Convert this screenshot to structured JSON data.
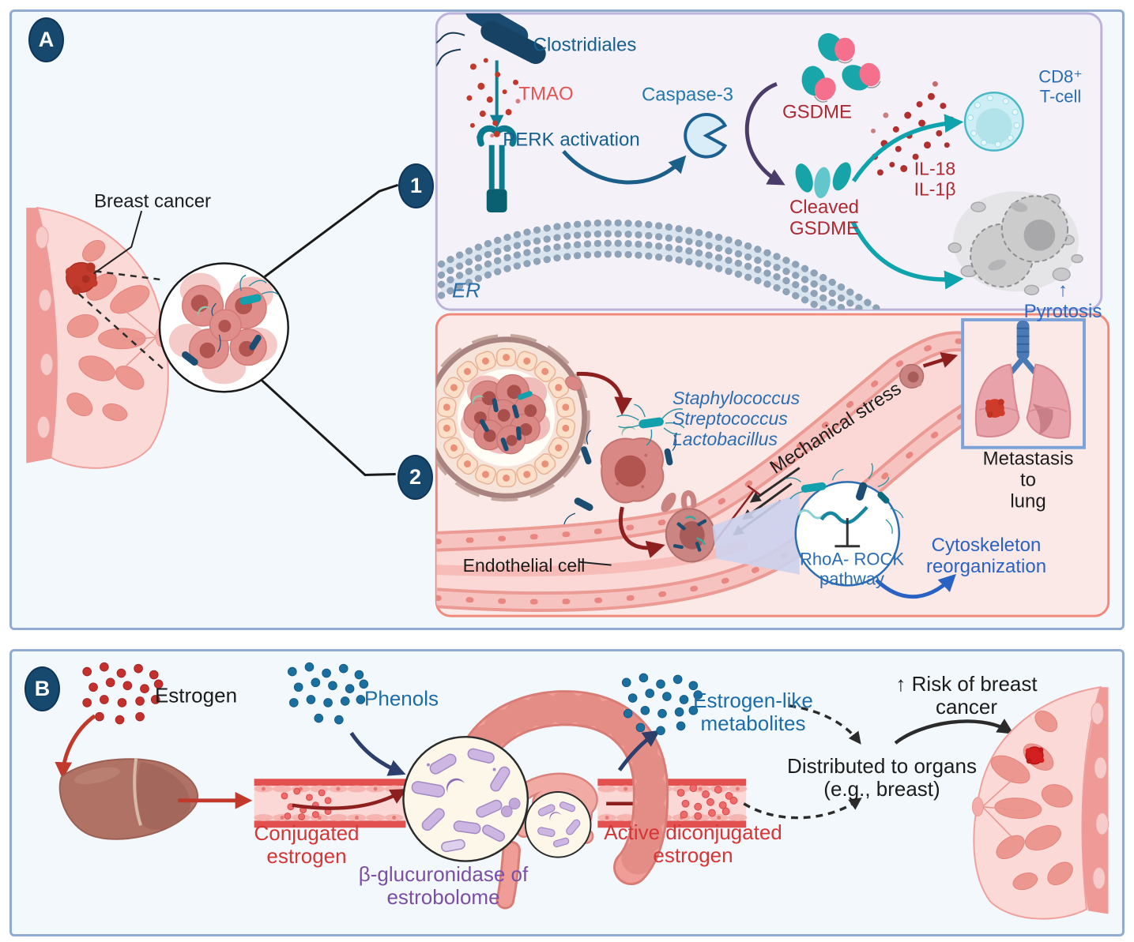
{
  "colors": {
    "panel_border": "#92abd3",
    "panel_bg": "#f3f8fc",
    "pathway1_bg": "#f5f1f8",
    "pathway1_border": "#bdb3da",
    "pathway2_bg": "#fbe9e7",
    "pathway2_border": "#f0897c",
    "badge_navy": "#17496f",
    "teal_arrow": "#0fa3ad",
    "dark_red_arrow": "#8e1f1f",
    "red": "#c0392b",
    "dark_blue_text": "#15608f",
    "blue_text": "#2a6db3",
    "dark_red_text": "#ad2a33",
    "purple_text": "#7b4fa5"
  },
  "panel_a": {
    "badge": "A",
    "breast_label": "Breast cancer",
    "step1": "1",
    "step2": "2",
    "pathway1": {
      "bacteria": "Clostridiales",
      "metabolite": "TMAO",
      "perk": "PERK activation",
      "er": "ER",
      "caspase": "Caspase-3",
      "gsdme": "GSDME",
      "cleaved_gsdme": "Cleaved\nGSDME",
      "cytokines": "IL-18\nIL-1β",
      "cd8": "CD8⁺ T-cell",
      "pyroptosis": "↑ Pyrotosis"
    },
    "pathway2": {
      "bacteria": [
        "Staphylococcus",
        "Streptococcus",
        "Lactobacillus"
      ],
      "mechanical_stress": "Mechanical stress",
      "endothelial": "Endothelial cell",
      "rhoa": "RhoA- ROCK\npathway",
      "cytoskeleton": "Cytoskeleton\nreorganization",
      "metastasis": "Metastasis to\nlung"
    }
  },
  "panel_b": {
    "badge": "B",
    "estrogen": "Estrogen",
    "phenols": "Phenols",
    "conjugated": "Conjugated\nestrogen",
    "glucuronidase": "β-glucuronidase of\nestrobolome",
    "active_estrogen": "Active diconjugated\nestrogen",
    "metabolites": "Estrogen-like\nmetabolites",
    "distributed": "Distributed to organs\n(e.g., breast)",
    "risk": "↑ Risk of breast\ncancer"
  }
}
